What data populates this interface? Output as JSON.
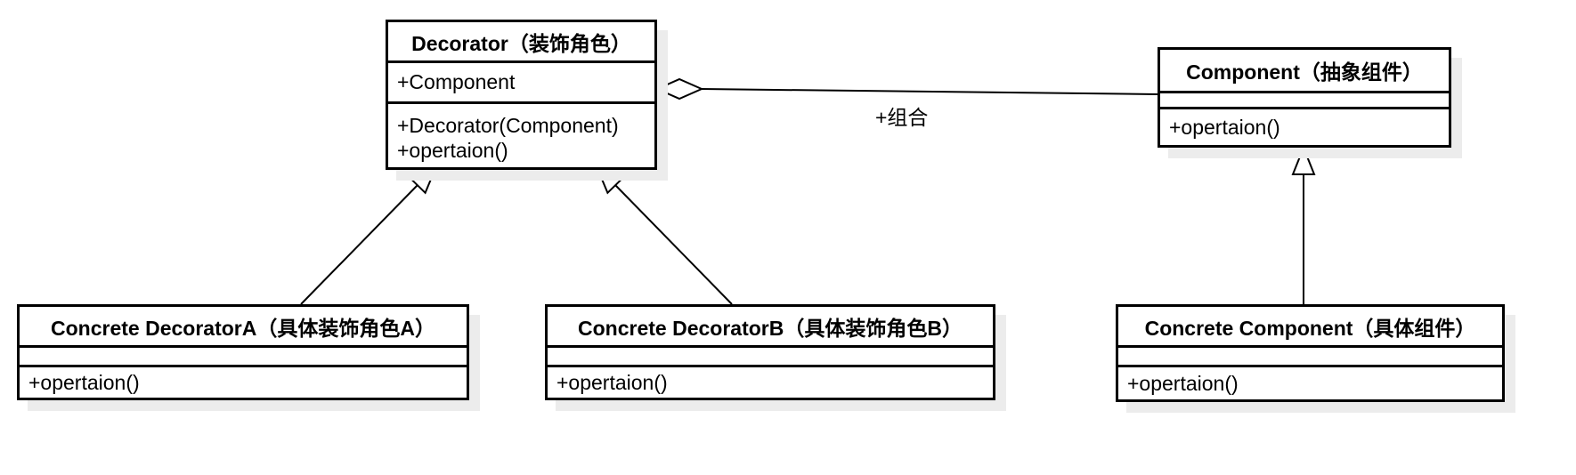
{
  "diagram": {
    "type": "uml-class-diagram",
    "pattern": "Decorator",
    "classes": {
      "decorator": {
        "title": "Decorator（装饰角色）",
        "attributes": [
          "+Component"
        ],
        "methods": [
          "+Decorator(Component)",
          "+opertaion()"
        ]
      },
      "component": {
        "title": "Component（抽象组件）",
        "attributes": [],
        "methods": [
          "+opertaion()"
        ]
      },
      "concrete_decorator_a": {
        "title": "Concrete DecoratorA（具体装饰角色A）",
        "attributes": [],
        "methods": [
          "+opertaion()"
        ]
      },
      "concrete_decorator_b": {
        "title": "Concrete DecoratorB（具体装饰角色B）",
        "attributes": [],
        "methods": [
          "+opertaion()"
        ]
      },
      "concrete_component": {
        "title": "Concrete Component（具体组件）",
        "attributes": [],
        "methods": [
          "+opertaion()"
        ]
      }
    },
    "relationships": {
      "aggregation": {
        "from": "Decorator",
        "to": "Component",
        "label": "+组合",
        "marker": "hollow-diamond"
      },
      "generalizations": [
        {
          "from": "Concrete DecoratorA（具体装饰角色A）",
          "to": "Decorator（装饰角色）",
          "marker": "hollow-triangle"
        },
        {
          "from": "Concrete DecoratorB（具体装饰角色B）",
          "to": "Decorator（装饰角色）",
          "marker": "hollow-triangle"
        },
        {
          "from": "Concrete Component（具体组件）",
          "to": "Component（抽象组件）",
          "marker": "hollow-triangle"
        }
      ]
    },
    "colors": {
      "line": "#000000",
      "text": "#000000",
      "box_fill": "#ffffff",
      "shadow": "#ececec",
      "background": "#ffffff"
    }
  }
}
